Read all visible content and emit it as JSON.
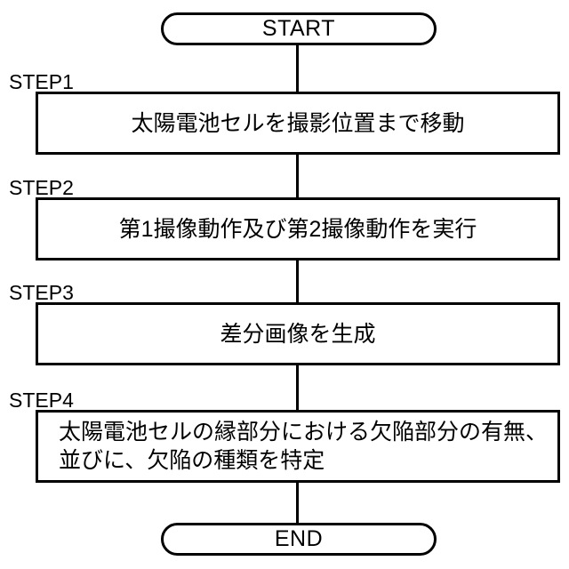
{
  "flowchart": {
    "title": "",
    "colors": {
      "stroke": "#000000",
      "fill": "#ffffff",
      "text": "#000000"
    },
    "terminals": {
      "start": "START",
      "end": "END"
    },
    "steps": [
      {
        "label": "STEP1",
        "text": "太陽電池セルを撮影位置まで移動",
        "align": "center"
      },
      {
        "label": "STEP2",
        "text": "第1撮像動作及び第2撮像動作を実行",
        "align": "center"
      },
      {
        "label": "STEP3",
        "text": "差分画像を生成",
        "align": "center"
      },
      {
        "label": "STEP4",
        "text": "太陽電池セルの縁部分における欠陥部分の有無、\n並びに、欠陥の種類を特定",
        "align": "left"
      }
    ]
  }
}
